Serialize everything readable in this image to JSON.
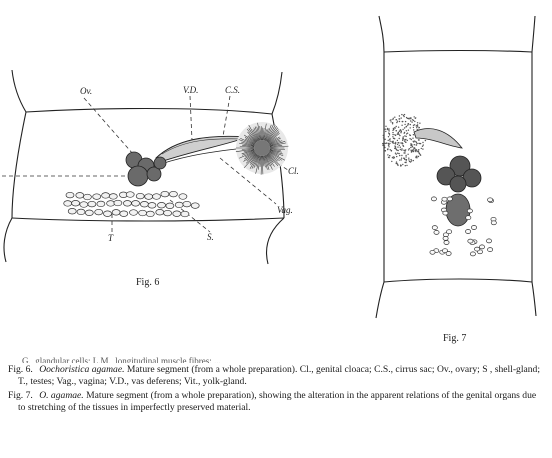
{
  "figure6": {
    "label": "Fig. 6",
    "annotations": {
      "ov": "Ov.",
      "vd": "V.D.",
      "cs": "C.S.",
      "cl": "Cl.",
      "vag": "Vag.",
      "t": "T",
      "s": "S."
    }
  },
  "figure7": {
    "label": "Fig. 7"
  },
  "captions": {
    "cut_line": "G., glandular cells; L.M., longitudinal muscle fibres; ...",
    "fig6": {
      "number": "Fig. 6.",
      "title": "Oochoristica agamae.",
      "text": "Mature segment (from a whole preparation). Cl., genital cloaca; C.S., cirrus sac; Ov., ovary; S , shell-gland; T., testes; Vag., vagina; V.D., vas deferens; Vit., yolk-gland."
    },
    "fig7": {
      "number": "Fig. 7.",
      "title": "O. agamae.",
      "text": "Mature segment (from a whole preparation), showing the alteration in the apparent relations of the genital organs due to stretching of the tissues in imperfectly preserved material."
    }
  }
}
